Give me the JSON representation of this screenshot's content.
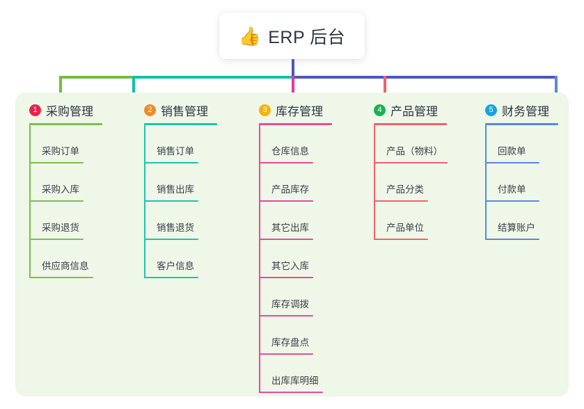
{
  "root": {
    "emoji": "👍",
    "emoji_name": "thumbs-up-icon",
    "title": "ERP 后台",
    "stem_color": "#4a56c4"
  },
  "palette": {
    "panel_background": "#eef7e8",
    "page_background": "#ffffff",
    "text": "#2f3542",
    "item_text": "#3b4048"
  },
  "connector_segments": [
    {
      "name": "segment-green",
      "color": "#77bb41"
    },
    {
      "name": "segment-teal",
      "color": "#10c1a5"
    },
    {
      "name": "segment-blue",
      "color": "#4a56c4"
    }
  ],
  "columns": [
    {
      "index": "1",
      "title": "采购管理",
      "badge_color": "#e8234a",
      "line_color": "#7bbf4a",
      "drop_color": "#77bb41",
      "items": [
        {
          "label": "采购订单"
        },
        {
          "label": "采购入库"
        },
        {
          "label": "采购退货"
        },
        {
          "label": "供应商信息"
        }
      ]
    },
    {
      "index": "2",
      "title": "销售管理",
      "badge_color": "#f08a2a",
      "line_color": "#1dc4ae",
      "drop_color": "#10c1a5",
      "items": [
        {
          "label": "销售订单"
        },
        {
          "label": "销售出库"
        },
        {
          "label": "销售退货"
        },
        {
          "label": "客户信息"
        }
      ]
    },
    {
      "index": "3",
      "title": "库存管理",
      "badge_color": "#f5b211",
      "line_color": "#e84a9a",
      "drop_color": "#e8399b",
      "items": [
        {
          "label": "仓库信息"
        },
        {
          "label": "产品库存"
        },
        {
          "label": "其它出库"
        },
        {
          "label": "其它入库"
        },
        {
          "label": "库存调拨"
        },
        {
          "label": "库存盘点"
        },
        {
          "label": "出库库明细"
        }
      ]
    },
    {
      "index": "4",
      "title": "产品管理",
      "badge_color": "#1ab255",
      "line_color": "#f2606b",
      "drop_color": "#f2606b",
      "items": [
        {
          "label": "产品（物料）"
        },
        {
          "label": "产品分类"
        },
        {
          "label": "产品单位"
        }
      ]
    },
    {
      "index": "5",
      "title": "财务管理",
      "badge_color": "#17a3e0",
      "line_color": "#5b86e0",
      "drop_color": "#5b86e0",
      "items": [
        {
          "label": "回款单"
        },
        {
          "label": "付款单"
        },
        {
          "label": "结算账户"
        }
      ]
    }
  ]
}
